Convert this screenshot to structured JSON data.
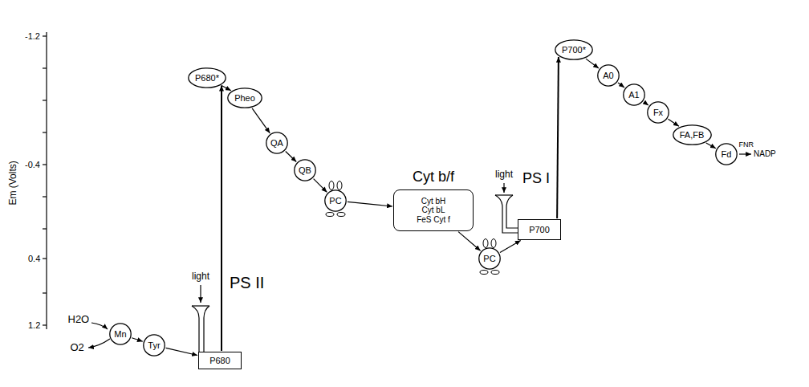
{
  "diagram": {
    "nodes": [
      {
        "text": [
          "Mn"
        ]
      },
      {
        "text": [
          "Tyr"
        ]
      },
      {
        "text": [
          "P680"
        ]
      },
      {
        "text": [
          "P680*"
        ]
      },
      {
        "text": [
          "Pheo"
        ]
      },
      {
        "text": [
          "QA"
        ]
      },
      {
        "text": [
          "QB"
        ]
      },
      {
        "text": [
          "PC"
        ]
      },
      {
        "text": [
          "Cyt b/f",
          "Cyt bH Cyt bL FeS Cyt f"
        ]
      },
      {
        "text": [
          "PC"
        ]
      },
      {
        "text": [
          "P700"
        ]
      },
      {
        "text": [
          "P700*"
        ]
      },
      {
        "text": [
          "A0"
        ]
      },
      {
        "text": [
          "A1"
        ]
      },
      {
        "text": [
          "Fx"
        ]
      },
      {
        "text": [
          "FA,FB"
        ]
      },
      {
        "text": [
          "Fd"
        ]
      }
    ],
    "edges": [
      {
        "from": 0,
        "to": 1,
        "arrow": "to"
      },
      {
        "from": 1,
        "to": 2,
        "arrow": "to"
      },
      {
        "from": 2,
        "to": 3,
        "arrow": "to"
      },
      {
        "from": 3,
        "to": 4,
        "arrow": "to"
      },
      {
        "from": 4,
        "to": 5,
        "arrow": "to"
      },
      {
        "from": 5,
        "to": 6,
        "arrow": "to"
      },
      {
        "from": 6,
        "to": 7,
        "arrow": "to"
      },
      {
        "from": 7,
        "to": 8,
        "arrow": "to"
      },
      {
        "from": 8,
        "to": 9,
        "arrow": "to"
      },
      {
        "from": 9,
        "to": 10,
        "arrow": "to"
      },
      {
        "from": 10,
        "to": 11,
        "arrow": "to"
      },
      {
        "from": 11,
        "to": 12,
        "arrow": "to"
      },
      {
        "from": 12,
        "to": 13,
        "arrow": "to"
      },
      {
        "from": 13,
        "to": 14,
        "arrow": "to"
      },
      {
        "from": 14,
        "to": 15,
        "arrow": "to"
      },
      {
        "from": 15,
        "to": 16,
        "arrow": "to"
      }
    ],
    "labels": [
      "-1.2",
      "-0.4",
      "0.4",
      "1.2",
      "Em (Volts)",
      "H2O",
      "O2",
      "light",
      "PS II",
      "light",
      "PS I",
      "FNR",
      "NADP"
    ]
  }
}
